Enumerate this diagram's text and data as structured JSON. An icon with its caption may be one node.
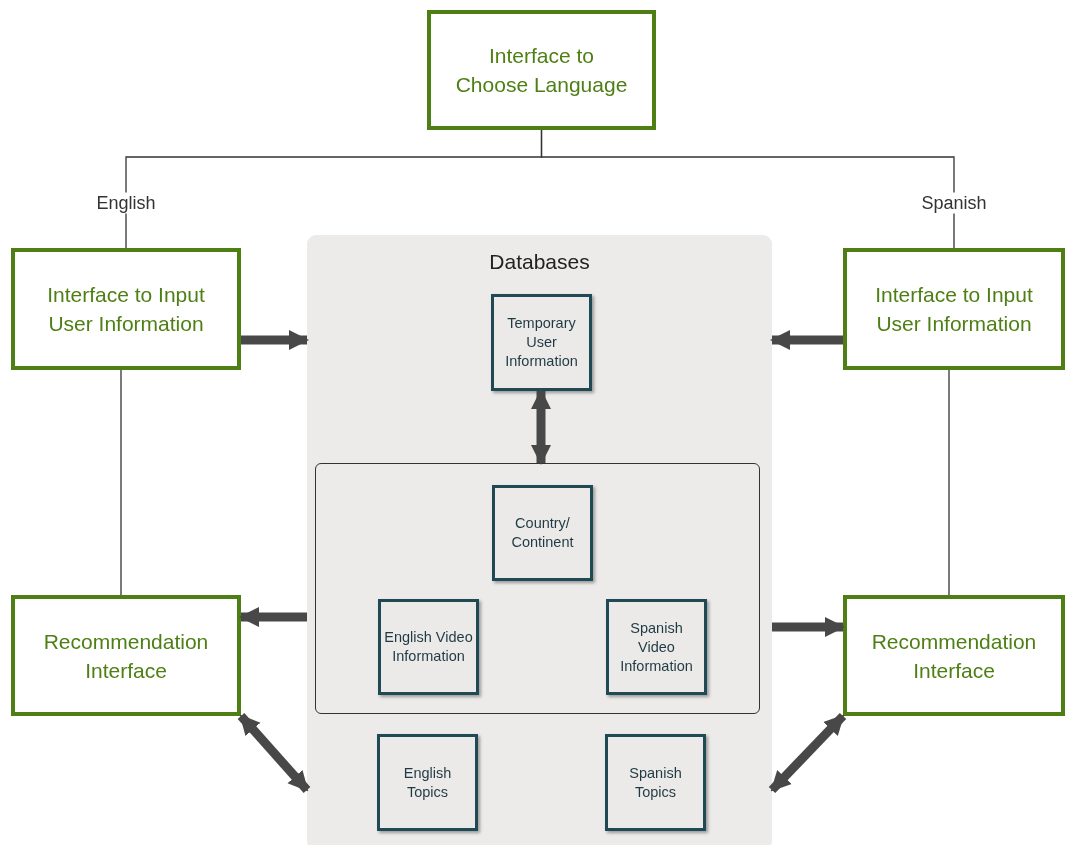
{
  "diagram": {
    "nodes": [
      {
        "text": [
          "Interface to Choose Language"
        ]
      },
      {
        "text": [
          "Interface to Input User Information"
        ]
      },
      {
        "text": [
          "Databases"
        ]
      },
      {
        "text": [
          "Temporary User Information"
        ],
        "in": 2
      },
      {
        "text": [],
        "shape": "box",
        "in": 2
      },
      {
        "text": [
          "Country/ Continent"
        ],
        "in": 4
      },
      {
        "text": [
          "English Video Information"
        ],
        "in": 4
      },
      {
        "text": [
          "Spanish Video Information"
        ],
        "in": 4
      },
      {
        "text": [
          "English Topics"
        ],
        "in": 2
      },
      {
        "text": [
          "Spanish Topics"
        ],
        "in": 2
      },
      {
        "text": [
          "Interface to Input User Information"
        ]
      },
      {
        "text": [
          "Recommendation Interface"
        ]
      },
      {
        "text": [
          "Recommendation Interface"
        ]
      }
    ],
    "edges": [
      {
        "from": 0,
        "to": 1,
        "arrow": "none",
        "label": "English"
      },
      {
        "from": 0,
        "to": 10,
        "arrow": "none",
        "label": "Spanish"
      },
      {
        "from": 1,
        "to": 2,
        "arrow": "to"
      },
      {
        "from": 10,
        "to": 2,
        "arrow": "to"
      },
      {
        "from": 3,
        "to": 4,
        "arrow": "both"
      },
      {
        "from": 2,
        "to": 11,
        "arrow": "to"
      },
      {
        "from": 2,
        "to": 12,
        "arrow": "to"
      },
      {
        "from": 1,
        "to": 11,
        "arrow": "none"
      },
      {
        "from": 10,
        "to": 12,
        "arrow": "none"
      },
      {
        "from": 11,
        "to": 2,
        "arrow": "both"
      },
      {
        "from": 12,
        "to": 2,
        "arrow": "both"
      }
    ]
  }
}
